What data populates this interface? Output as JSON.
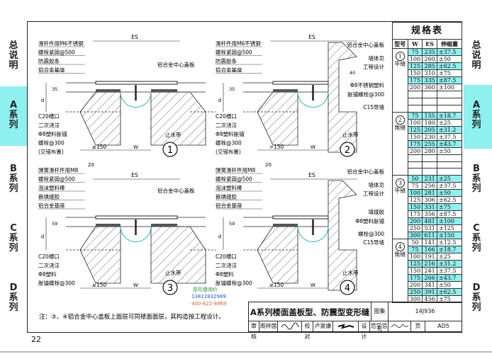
{
  "side_tabs": {
    "general": "总说明",
    "a_series": "A系列",
    "b_series": "B系列",
    "c_series": "C系列",
    "d_series": "D系列",
    "active": "a_series",
    "active_color": "#8ff0f0"
  },
  "page_number": "22",
  "panels": [
    {
      "number": "1",
      "dims": {
        "es": "ES",
        "d": "d",
        "h": "35",
        "min": "≥150",
        "w": "W"
      },
      "left_labels_top": [
        "滑杆件用M6不锈钢",
        "螺栓紧固@500",
        "防震胶条",
        "铝合金基座"
      ],
      "left_labels_bottom": [
        "C20槽口",
        "二次浇注",
        "Φ8塑料胀锚",
        "螺栓@300",
        "(交错布置)"
      ],
      "right_labels": [
        "铝合金中心盖板"
      ],
      "waterstop": "止水带"
    },
    {
      "number": "2",
      "dims": {
        "es": "ES",
        "d": "d",
        "h": "35",
        "min": ">150",
        "w": "W",
        "wall": "40"
      },
      "left_labels_top": [
        "滑杆件用M6不锈钢",
        "螺栓紧固@500",
        "防震胶条",
        "铝合金基座"
      ],
      "left_labels_bottom": [
        "C20槽口",
        "二次浇注",
        "Φ8塑料胀锚",
        "螺栓@300",
        "(交错布置)"
      ],
      "right_labels": [
        "铝合金中心盖板",
        "墙体见",
        "工程设计",
        "Φ8不锈钢塑料",
        "胀锚螺栓@300",
        "C15导墙"
      ],
      "waterstop": "止水带"
    },
    {
      "number": "3",
      "dims": {
        "es": "ES",
        "d": "d",
        "h": "59",
        "min": "≥150",
        "w": "W",
        "gap": "20"
      },
      "left_labels_top": [
        "弹簧滑杆件用M8",
        "螺栓紧固@500",
        "泡沫塑料棒",
        "嵌填缝胶",
        "铝合金基座"
      ],
      "left_labels_bottom": [
        "C20槽口",
        "二次浇注",
        "Φ8塑料",
        "胀锚螺栓@300"
      ],
      "right_labels": [
        "铝合金中心盖板"
      ],
      "waterstop": "止水带"
    },
    {
      "number": "4",
      "dims": {
        "es": "ES",
        "d": "d",
        "h": "59",
        "min": "≥150",
        "w": "W",
        "gap": "20"
      },
      "left_labels_top": [
        "弹簧滑杆件用M8",
        "螺栓紧固@500",
        "泡沫塑料棒",
        "嵌填缝胶",
        "铝合金基座"
      ],
      "left_labels_bottom": [
        "C20槽口",
        "二次浇注",
        "Φ8塑料",
        "胀锚螺栓@300"
      ],
      "right_labels": [
        "铝合金中心盖板",
        "墙体见",
        "工程设计",
        "填缝胶",
        "Φ8塑料胀锚",
        "螺栓@300",
        "C15导墙"
      ],
      "waterstop": "止水带"
    }
  ],
  "note": "注：③、④铝合金中心盖板上面层可同楼面面层，其构造按工程设计。",
  "watermark": {
    "line1": "变形缝询价",
    "phone1": "13812832969",
    "phone2": "400-622-8969"
  },
  "spec_table": {
    "title": "规格表",
    "headers": [
      "型号",
      "W",
      "ES",
      "伸缩量"
    ],
    "highlight_color": "#8ff0f0",
    "groups": [
      {
        "num": "1",
        "type": "平缝",
        "blank_rows": 3,
        "rows": [
          {
            "w": "75",
            "es": "235",
            "m": "±37.5",
            "hl": true
          },
          {
            "w": "100",
            "es": "260",
            "m": "±50",
            "hl": false
          },
          {
            "w": "125",
            "es": "285",
            "m": "±62.5",
            "hl": true
          },
          {
            "w": "150",
            "es": "310",
            "m": "±75",
            "hl": false
          },
          {
            "w": "175",
            "es": "335",
            "m": "±87.5",
            "hl": true
          },
          {
            "w": "200",
            "es": "360",
            "m": "±100",
            "hl": false
          }
        ]
      },
      {
        "num": "2",
        "type": "角缝",
        "blank_rows": 3,
        "rows": [
          {
            "w": "75",
            "es": "155",
            "m": "±18.7",
            "hl": true
          },
          {
            "w": "100",
            "es": "180",
            "m": "±25",
            "hl": false
          },
          {
            "w": "125",
            "es": "205",
            "m": "±31.2",
            "hl": true
          },
          {
            "w": "150",
            "es": "230",
            "m": "±37.5",
            "hl": false
          },
          {
            "w": "175",
            "es": "255",
            "m": "±43.7",
            "hl": true
          },
          {
            "w": "200",
            "es": "280",
            "m": "±50",
            "hl": false
          }
        ]
      },
      {
        "num": "3",
        "type": "平缝",
        "blank_rows": 0,
        "rows": [
          {
            "w": "50",
            "es": "231",
            "m": "±25",
            "hl": true
          },
          {
            "w": "75",
            "es": "256",
            "m": "±37.5",
            "hl": false
          },
          {
            "w": "100",
            "es": "281",
            "m": "±50",
            "hl": true
          },
          {
            "w": "125",
            "es": "306",
            "m": "±62.5",
            "hl": false
          },
          {
            "w": "150",
            "es": "331",
            "m": "±75",
            "hl": true
          },
          {
            "w": "175",
            "es": "356",
            "m": "±87.5",
            "hl": false
          },
          {
            "w": "200",
            "es": "481",
            "m": "±100",
            "hl": true
          },
          {
            "w": "250",
            "es": "531",
            "m": "±125",
            "hl": false
          },
          {
            "w": "300",
            "es": "611",
            "m": "±150",
            "hl": true
          }
        ]
      },
      {
        "num": "4",
        "type": "角缝",
        "blank_rows": 0,
        "rows": [
          {
            "w": "50",
            "es": "141",
            "m": "±12.5",
            "hl": false
          },
          {
            "w": "75",
            "es": "166",
            "m": "±18.7",
            "hl": true
          },
          {
            "w": "100",
            "es": "191",
            "m": "±25",
            "hl": false
          },
          {
            "w": "125",
            "es": "216",
            "m": "±31.2",
            "hl": true
          },
          {
            "w": "150",
            "es": "241",
            "m": "±37.5",
            "hl": false
          },
          {
            "w": "175",
            "es": "266",
            "m": "±43.7",
            "hl": true
          },
          {
            "w": "200",
            "es": "341",
            "m": "±50",
            "hl": false
          },
          {
            "w": "250",
            "es": "391",
            "m": "±62.5",
            "hl": true
          },
          {
            "w": "300",
            "es": "456",
            "m": "±75",
            "hl": false
          }
        ]
      }
    ]
  },
  "title_block": {
    "title": "A系列楼面盖板型、防震型变形缝",
    "atlas_label": "图集号",
    "atlas_no": "14J936",
    "review_label": "审核",
    "reviewer": "周祥茵",
    "check_label": "校对",
    "checker": "卢家康",
    "design_label": "设计",
    "designer": "范学信",
    "page_label": "页",
    "page": "AD5"
  }
}
